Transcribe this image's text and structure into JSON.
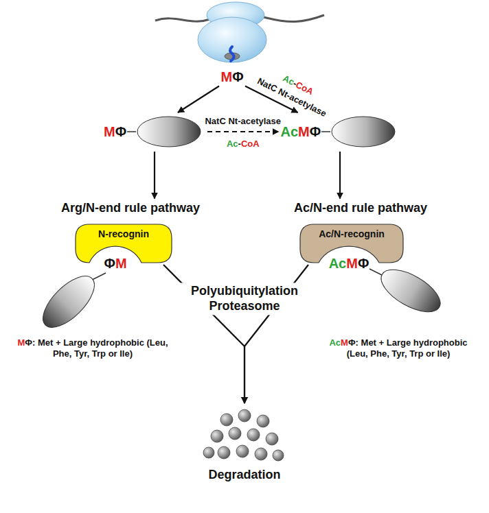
{
  "diagram": {
    "nodes": [
      {
        "text": [
          "MΦ"
        ]
      },
      {
        "text": [
          "MΦ"
        ]
      },
      {
        "text": [
          "AcMΦ"
        ]
      },
      {
        "text": [
          "Arg/N-end rule pathway"
        ]
      },
      {
        "text": [
          "Ac/N-end rule pathway"
        ]
      },
      {
        "text": [
          "N-recognin"
        ]
      },
      {
        "text": [
          "ΦM"
        ]
      },
      {
        "text": [
          "Ac/N-recognin"
        ]
      },
      {
        "text": [
          "AcMΦ"
        ]
      },
      {
        "text": [
          "Degradation"
        ]
      }
    ],
    "edges": [
      {
        "from": 0,
        "to": 1,
        "arrow": "to"
      },
      {
        "from": 0,
        "to": 2,
        "label": "NatC Nt-acetylase",
        "arrow": "to"
      },
      {
        "from": 1,
        "to": 2,
        "label": "NatC Nt-acetylase",
        "arrow": "to"
      },
      {
        "from": 1,
        "to": 3,
        "arrow": "to"
      },
      {
        "from": 2,
        "to": 4,
        "arrow": "to"
      },
      {
        "from": 5,
        "to": 9,
        "arrow": "to"
      },
      {
        "from": 7,
        "to": 9,
        "arrow": "to"
      }
    ],
    "labels": [
      "Ac-CoA",
      "Ac-CoA",
      "Polyubiquitylation Proteasome",
      "MΦ: Met + Large hydrophobic (Leu, Phe, Tyr, Trp or Ile)",
      "AcMΦ: Met + Large hydrophobic (Leu, Phe, Tyr, Trp or Ile)"
    ]
  }
}
